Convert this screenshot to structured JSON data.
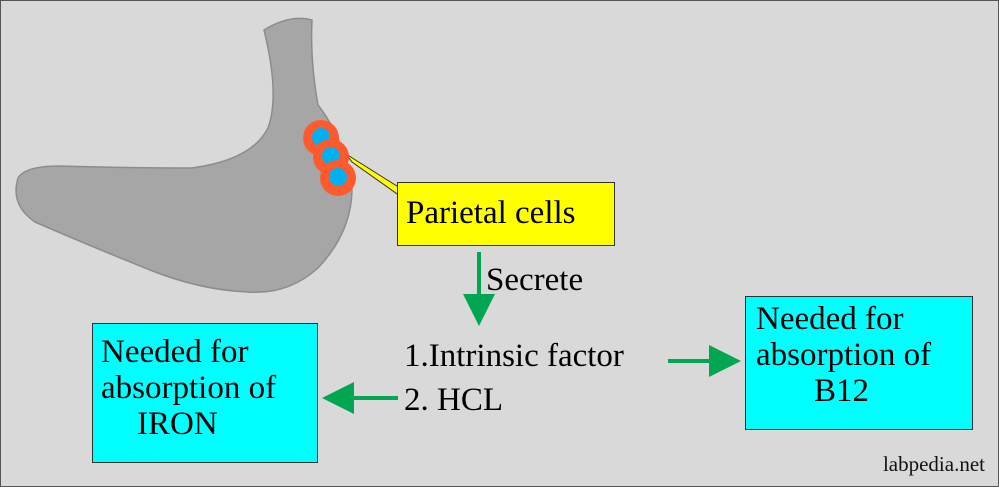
{
  "diagram": {
    "callout": {
      "label": "Parietal cells"
    },
    "secrete_label": "Secrete",
    "secretions": [
      {
        "label": "1.Intrinsic factor"
      },
      {
        "label": "2. HCL"
      }
    ],
    "left_box": {
      "lines": [
        "Needed for",
        "absorption of",
        "IRON"
      ]
    },
    "right_box": {
      "lines": [
        "Needed for",
        "absorption of",
        "B12"
      ]
    },
    "credit": "labpedia.net"
  },
  "colors": {
    "background": "#d9d9d9",
    "stomach": "#a6a6a6",
    "cell_ring": "#ff5a2d",
    "cell_nucleus": "#00b0f0",
    "callout_fill": "#ffff00",
    "info_box_fill": "#00ffff",
    "arrow": "#00a651"
  }
}
